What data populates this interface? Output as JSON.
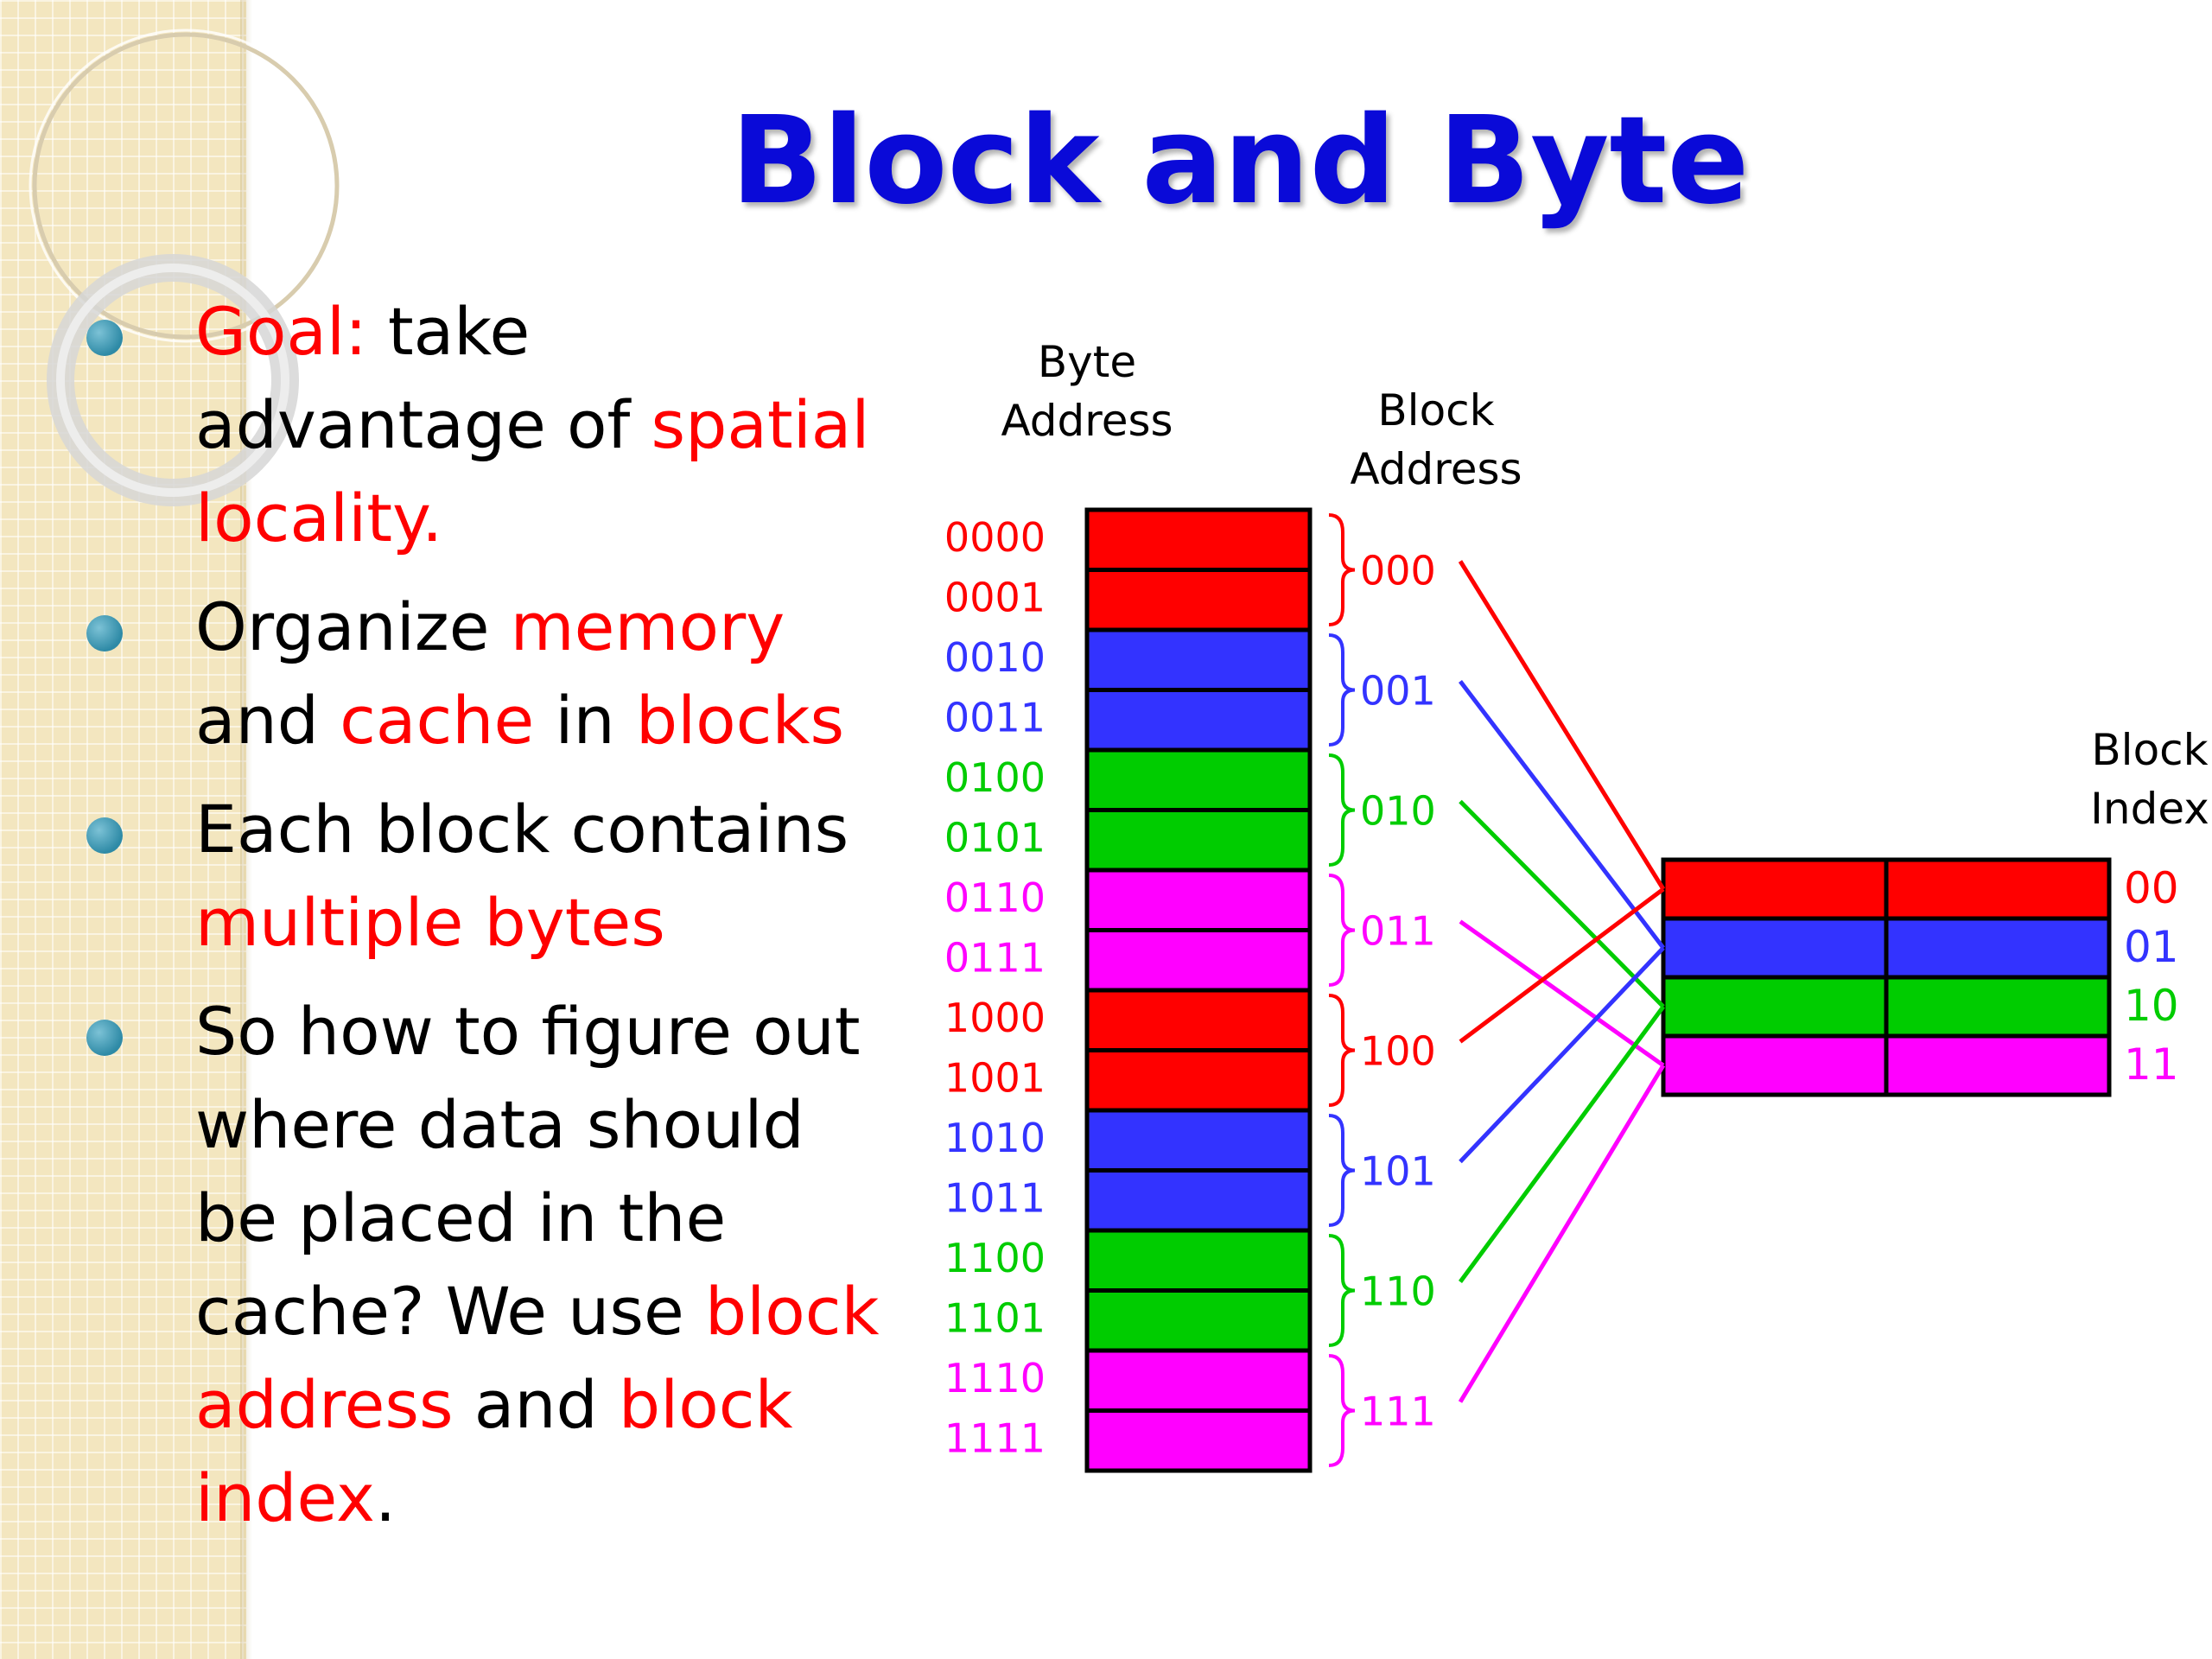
{
  "title": "Block and Byte",
  "bullets": [
    [
      {
        "t": "Goal:",
        "red": true
      },
      {
        "t": " take advantage of ",
        "red": false
      },
      {
        "t": "spatial locality.",
        "red": true
      }
    ],
    [
      {
        "t": "Organize ",
        "red": false
      },
      {
        "t": "memory",
        "red": true
      },
      {
        "t": " and ",
        "red": false
      },
      {
        "t": "cache",
        "red": true
      },
      {
        "t": " in ",
        "red": false
      },
      {
        "t": "blocks",
        "red": true
      }
    ],
    [
      {
        "t": "Each block contains ",
        "red": false
      },
      {
        "t": "multiple bytes",
        "red": true
      }
    ],
    [
      {
        "t": "So how to figure out where data should be placed in the cache? We use ",
        "red": false
      },
      {
        "t": "block address",
        "red": true
      },
      {
        "t": " and ",
        "red": false
      },
      {
        "t": "block index",
        "red": true
      },
      {
        "t": ".",
        "red": false
      }
    ]
  ],
  "labels": {
    "byte_address": [
      "Byte",
      "Address"
    ],
    "block_address": [
      "Block",
      "Address"
    ],
    "block_index": [
      "Block",
      "Index"
    ]
  },
  "colors": {
    "red": "#ff0000",
    "blue": "#3333ff",
    "green": "#00cc00",
    "magenta": "#ff00ff",
    "title": "#0a0ad8"
  },
  "byte_addresses": [
    "0000",
    "0001",
    "0010",
    "0011",
    "0100",
    "0101",
    "0110",
    "0111",
    "1000",
    "1001",
    "1010",
    "1011",
    "1100",
    "1101",
    "1110",
    "1111"
  ],
  "block_addresses": [
    "000",
    "001",
    "010",
    "011",
    "100",
    "101",
    "110",
    "111"
  ],
  "block_indices": [
    "00",
    "01",
    "10",
    "11"
  ],
  "block_colors": [
    "red",
    "blue",
    "green",
    "magenta",
    "red",
    "blue",
    "green",
    "magenta"
  ],
  "index_colors": [
    "red",
    "blue",
    "green",
    "magenta"
  ]
}
